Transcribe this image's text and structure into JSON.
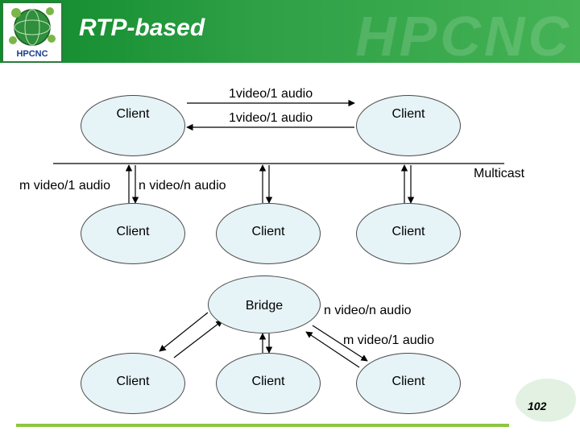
{
  "header": {
    "title": "RTP-based",
    "logo_text": "HPCNC",
    "watermark": "HPCNC"
  },
  "labels": {
    "top_arrow_upper": "1video/1 audio",
    "top_arrow_lower": "1video/1 audio",
    "multicast": "Multicast",
    "m_video_1_audio_left": "m video/1 audio",
    "n_video_n_audio_mid": "n video/n audio",
    "bridge_n_video": "n video/n audio",
    "bridge_m_video": "m video/1 audio"
  },
  "nodes": {
    "client_top_left": "Client",
    "client_top_right": "Client",
    "client_mid_left": "Client",
    "client_mid_center": "Client",
    "client_mid_right": "Client",
    "bridge": "Bridge",
    "client_bot_left": "Client",
    "client_bot_center": "Client",
    "client_bot_right": "Client"
  },
  "page_number": "102",
  "colors": {
    "header_green": "#1f9a3a",
    "node_fill": "#e6f3f7",
    "node_stroke": "#4a4a4a"
  }
}
